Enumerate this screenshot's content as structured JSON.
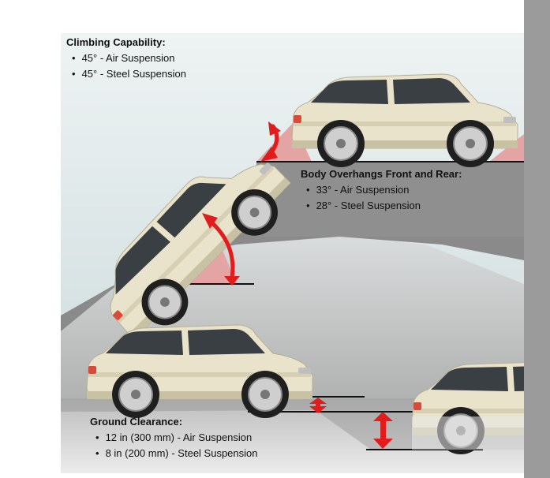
{
  "sections": {
    "climbing": {
      "title": "Climbing Capability:",
      "items": [
        "45° - Air Suspension",
        "45° - Steel Suspension"
      ]
    },
    "overhangs": {
      "title": "Body Overhangs Front and Rear:",
      "items": [
        "33° - Air Suspension",
        "28° - Steel Suspension"
      ]
    },
    "clearance": {
      "title": "Ground Clearance:",
      "items": [
        "12 in (300 mm) - Air Suspension",
        "8 in (200 mm) - Steel Suspension"
      ]
    }
  },
  "colors": {
    "background_top": "#dde8ea",
    "terrain_gray": "#8f8f8f",
    "side_bar": "#9b9b9b",
    "arrow_red": "#e21c1c",
    "angle_fill": "#e5a4a4",
    "car_body": "#e9e3cc",
    "car_shadow": "#c9c1a3",
    "tire": "#1f1f1f",
    "rim": "#cfcfcf"
  }
}
